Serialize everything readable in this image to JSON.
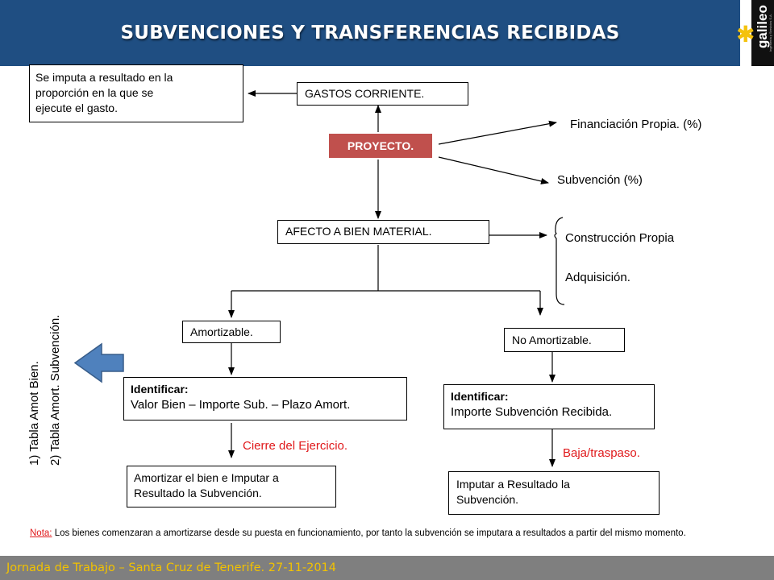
{
  "title": "SUBVENCIONES Y TRANSFERENCIAS RECIBIDAS",
  "logo": {
    "name": "galileo",
    "subtitle": "Ingeniería y Servicios S.A."
  },
  "nodes": {
    "imputa": [
      "Se imputa a resultado en la",
      "proporción en la que se",
      "ejecute el gasto."
    ],
    "gastos": "GASTOS CORRIENTE.",
    "proyecto": "PROYECTO.",
    "financiacion_label": "Financiación Propia.",
    "financiacion_pct": "(%)",
    "subvencion_label": "Subvención",
    "subvencion_pct": "(%)",
    "afecto": "AFECTO A BIEN MATERIAL.",
    "construccion": "Construcción Propia",
    "adquisicion": "Adquisición.",
    "amortizable": "Amortizable.",
    "no_amortizable": "No Amortizable.",
    "identificar_left_title": "Identificar:",
    "identificar_left_body": "Valor Bien – Importe Sub. – Plazo Amort.",
    "identificar_right_title": "Identificar:",
    "identificar_right_body": "Importe Subvención Recibida.",
    "cierre": "Cierre del Ejercicio.",
    "baja": "Baja/traspaso.",
    "amortizar": [
      "Amortizar el bien e Imputar a",
      "Resultado la Subvención."
    ],
    "imputar": [
      "Imputar a Resultado la",
      "Subvención."
    ]
  },
  "side_list": [
    "1)   Tabla Amot Bien.",
    "2)   Tabla Amort. Subvención."
  ],
  "nota": {
    "label": "Nota:",
    "text": " Los bienes comenzaran a amortizarse desde su puesta en funcionamiento, por tanto la subvención se imputara a resultados a partir del mismo momento."
  },
  "footer": "Jornada de Trabajo –  Santa Cruz de Tenerife.   27-11-2014",
  "colors": {
    "header": "#1f4e82",
    "proyecto": "#c0504d",
    "red_text": "#e0191b",
    "footer": "#7f7f7f",
    "footer_text": "#f2c200",
    "arrow_fill": "#4f81bd"
  }
}
